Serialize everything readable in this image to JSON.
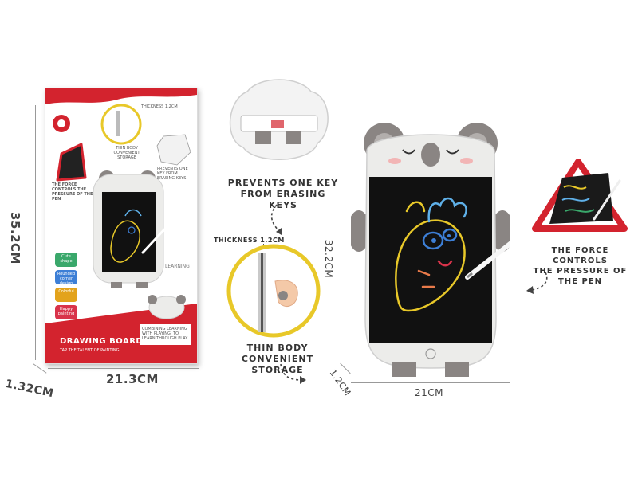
{
  "dimensions": {
    "box_height": "35.2CM",
    "box_width": "21.3CM",
    "box_depth": "1.32CM",
    "board_height": "32.2CM",
    "board_width": "21CM",
    "board_depth": "1.2CM",
    "thickness": "THICKNESS 1.2CM"
  },
  "captions": {
    "erase_line1": "PREVENTS ONE KEY",
    "erase_line2": "FROM ERASING KEYS",
    "storage_line1": "THIN BODY",
    "storage_line2": "CONVENIENT STORAGE",
    "force_line1": "THE FORCE CONTROLS",
    "force_line2": "THE PRESSURE OF",
    "force_line3": "THE PEN"
  },
  "box": {
    "thickness_label": "THICKNESS 1.2CM",
    "storage_label": "THIN BODY CONVENIENT STORAGE",
    "erase_label": "PREVENTS ONE KEY FROM ERASING KEYS",
    "force_label": "THE FORCE CONTROLS THE PRESSURE OF THE PEN",
    "learning_label": "LEARNING",
    "product_title": "DRAWING BOARD",
    "product_subtitle": "TAP THE TALENT OF PAINTING",
    "slogan": "COMBINING LEARNING WITH PLAYING, TO LEARN THROUGH PLAY",
    "features": [
      "Cute shape",
      "Rounded corner design",
      "Colorful",
      "Happy painting"
    ],
    "feature_colors": [
      "#3aa86b",
      "#3d7fd6",
      "#e3a31c",
      "#d9334a"
    ]
  },
  "colors": {
    "box_red": "#d3232e",
    "board_body": "#ececea",
    "koala_grey": "#8a8583",
    "screen": "#111111",
    "accent_yellow": "#e8c829"
  }
}
